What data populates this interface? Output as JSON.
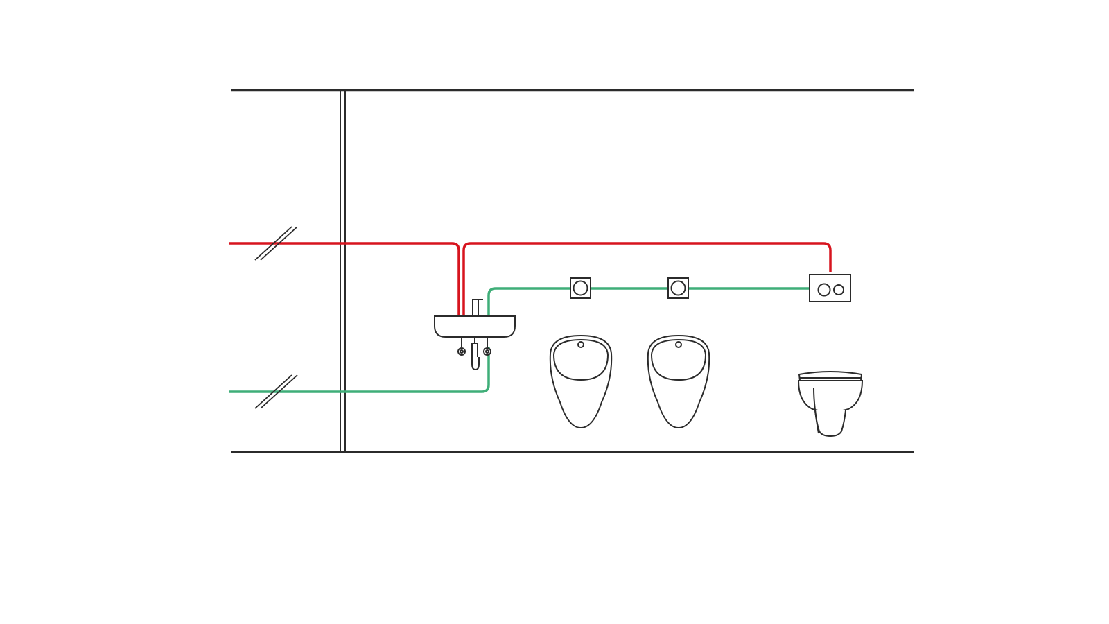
{
  "colors": {
    "background": "#ffffff",
    "line": "#2b2b2b",
    "hot_pipe": "#d7141e",
    "cold_pipe": "#3fae78"
  },
  "icons": {
    "wall_break": "double-slash-break-icon",
    "sink": "washbasin-icon",
    "urinal": "urinal-icon",
    "toilet": "wall-hung-toilet-icon",
    "urinal_flush": "single-flush-plate-icon",
    "toilet_flush": "dual-flush-plate-icon"
  },
  "fixtures": {
    "sinks": 1,
    "urinals": 2,
    "toilets": 1,
    "single_flush_plates": 2,
    "dual_flush_plates": 1
  }
}
